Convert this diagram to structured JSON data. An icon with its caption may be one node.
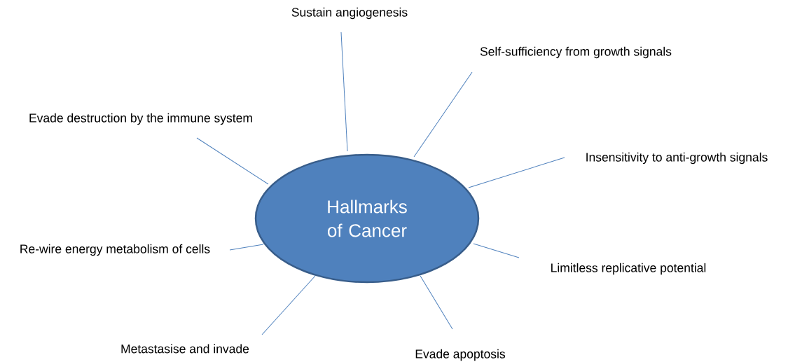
{
  "diagram": {
    "nodes": [
      {
        "text": [
          "Hallmarks of Cancer"
        ]
      },
      {
        "text": [
          "Sustain angiogenesis"
        ]
      },
      {
        "text": [
          "Self-sufficiency from growth signals"
        ]
      },
      {
        "text": [
          "Evade destruction by the immune system"
        ]
      },
      {
        "text": [
          "Insensitivity to anti-growth signals"
        ]
      },
      {
        "text": [
          "Re-wire energy metabolism of cells"
        ]
      },
      {
        "text": [
          "Limitless replicative potential"
        ]
      },
      {
        "text": [
          "Metastasise and invade"
        ]
      },
      {
        "text": [
          "Evade apoptosis"
        ]
      }
    ],
    "edges": [
      {
        "from": 0,
        "to": 1,
        "arrow": "none"
      },
      {
        "from": 0,
        "to": 2,
        "arrow": "none"
      },
      {
        "from": 0,
        "to": 3,
        "arrow": "none"
      },
      {
        "from": 0,
        "to": 4,
        "arrow": "none"
      },
      {
        "from": 0,
        "to": 5,
        "arrow": "none"
      },
      {
        "from": 0,
        "to": 6,
        "arrow": "none"
      },
      {
        "from": 0,
        "to": 7,
        "arrow": "none"
      },
      {
        "from": 0,
        "to": 8,
        "arrow": "none"
      }
    ]
  }
}
